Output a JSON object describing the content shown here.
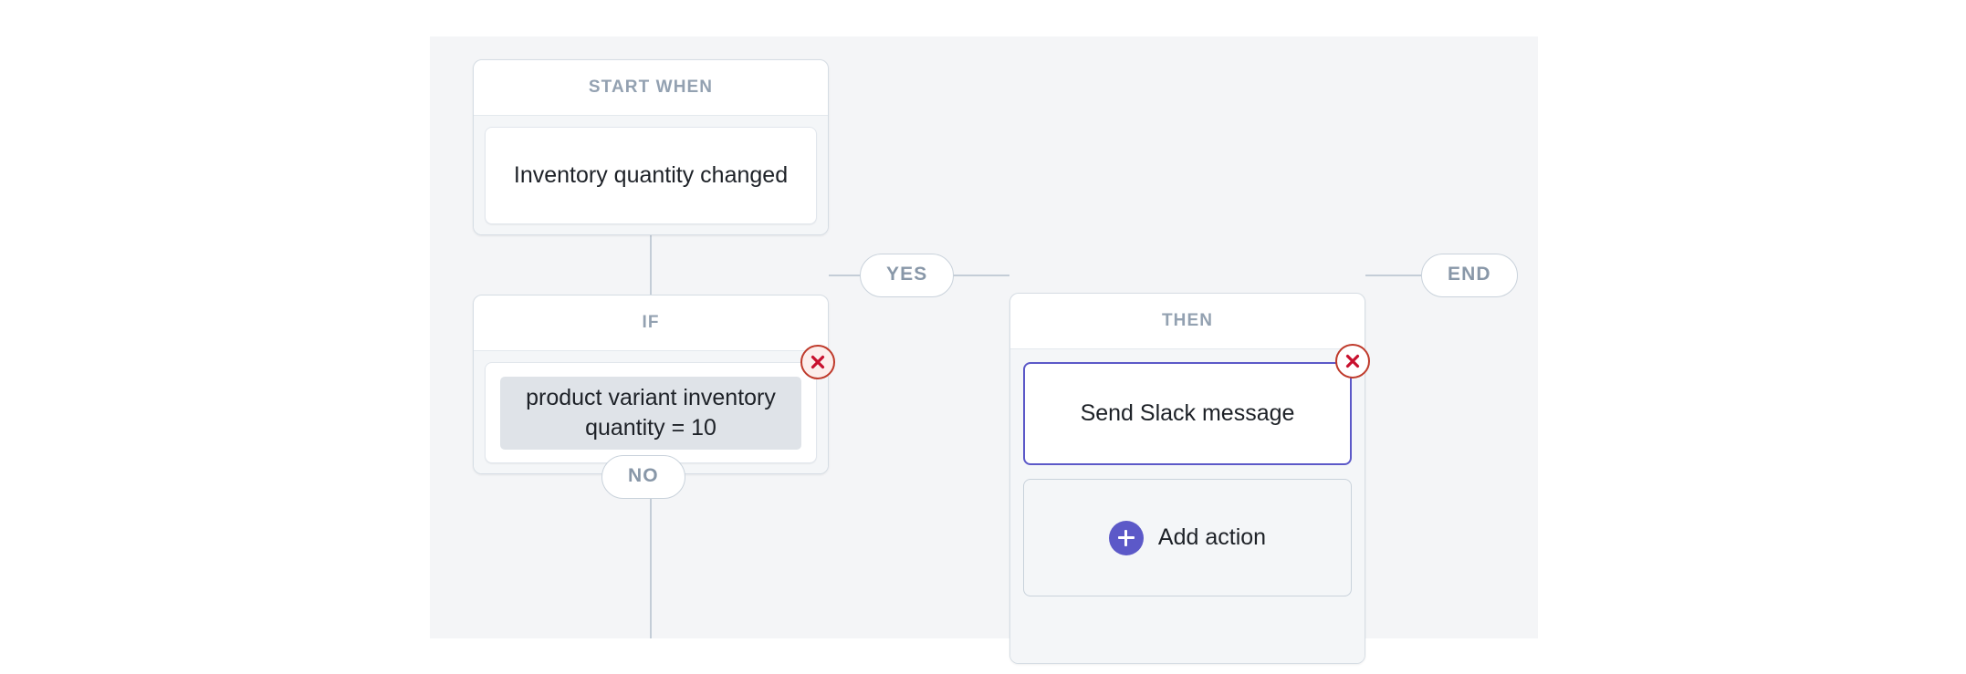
{
  "canvas": {
    "background": "#f4f5f7",
    "accent": "#5c59c8",
    "danger": "#bf3a2b",
    "muted_text": "#93a1b1"
  },
  "start_when": {
    "title": "START WHEN",
    "trigger": "Inventory quantity changed"
  },
  "if_branch": {
    "title": "IF",
    "condition": "product variant inventory quantity = 10",
    "delete_label": "✕"
  },
  "then_branch": {
    "title": "THEN",
    "action": "Send Slack message",
    "add_action_label": "Add action",
    "delete_label": "✕"
  },
  "flow": {
    "yes": "YES",
    "no": "NO",
    "end": "END"
  }
}
